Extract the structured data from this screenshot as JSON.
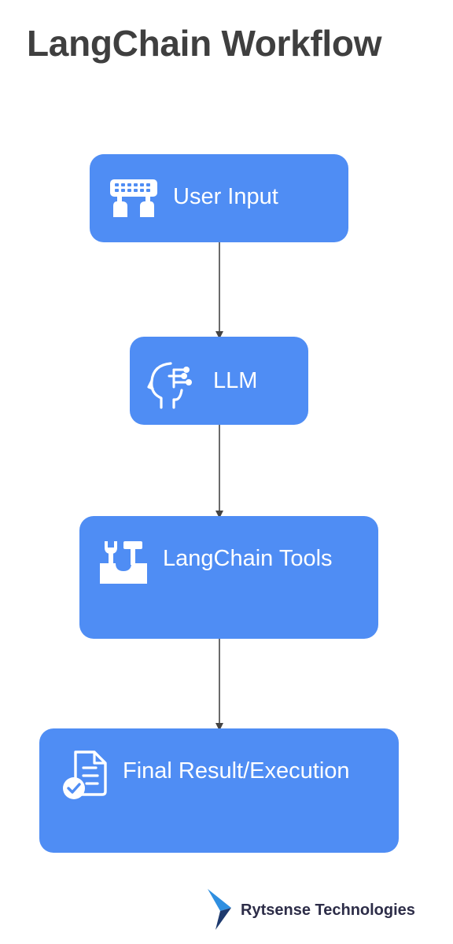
{
  "title": "LangChain Workflow",
  "nodes": [
    {
      "id": "user-input",
      "label": "User Input",
      "icon": "keyboard-hands-icon"
    },
    {
      "id": "llm",
      "label": "LLM",
      "icon": "ai-brain-head-icon"
    },
    {
      "id": "tools",
      "label": "LangChain Tools",
      "icon": "toolbox-icon"
    },
    {
      "id": "final",
      "label": "Final Result/Execution",
      "icon": "document-check-icon"
    }
  ],
  "edges": [
    {
      "from": "User Input",
      "to": "LLM"
    },
    {
      "from": "LLM",
      "to": "LangChain Tools"
    },
    {
      "from": "LangChain Tools",
      "to": "Final Result/Execution"
    }
  ],
  "branding": {
    "company": "Rytsense Technologies",
    "logo_icon": "rytsense-arrow-logo"
  },
  "colors": {
    "node_fill": "#4f8df4",
    "node_text": "#ffffff",
    "title_text": "#3f3f3f",
    "connector": "#444444",
    "logo_dark": "#1e3a6e",
    "logo_light": "#2f8fe0"
  }
}
